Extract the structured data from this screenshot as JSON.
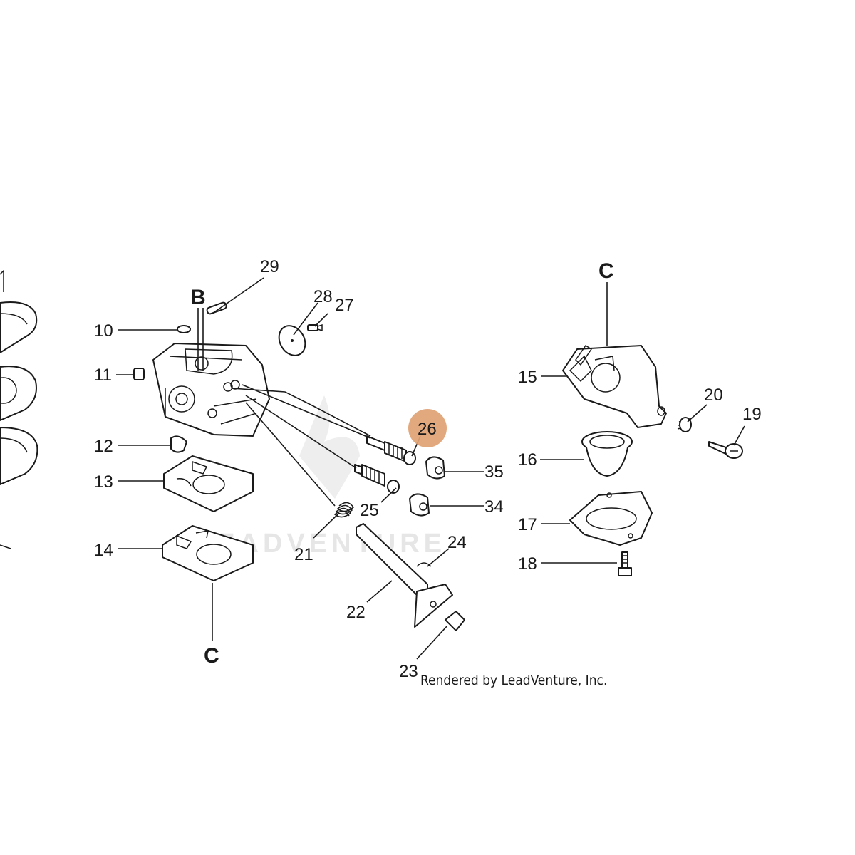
{
  "diagram": {
    "credit": "Rendered by LeadVenture, Inc.",
    "watermark": "LEADVENTURE",
    "highlight_color": "#e0a274",
    "highlighted_part": "26",
    "letters": {
      "b_top": "B",
      "c_top": "C",
      "c_bottom": "C"
    },
    "parts": {
      "p10": "10",
      "p11": "11",
      "p12": "12",
      "p13": "13",
      "p14": "14",
      "p15": "15",
      "p16": "16",
      "p17": "17",
      "p18": "18",
      "p19": "19",
      "p20": "20",
      "p21": "21",
      "p22": "22",
      "p23": "23",
      "p24": "24",
      "p25": "25",
      "p26": "26",
      "p27": "27",
      "p28": "28",
      "p29": "29",
      "p34": "34",
      "p35": "35"
    }
  }
}
